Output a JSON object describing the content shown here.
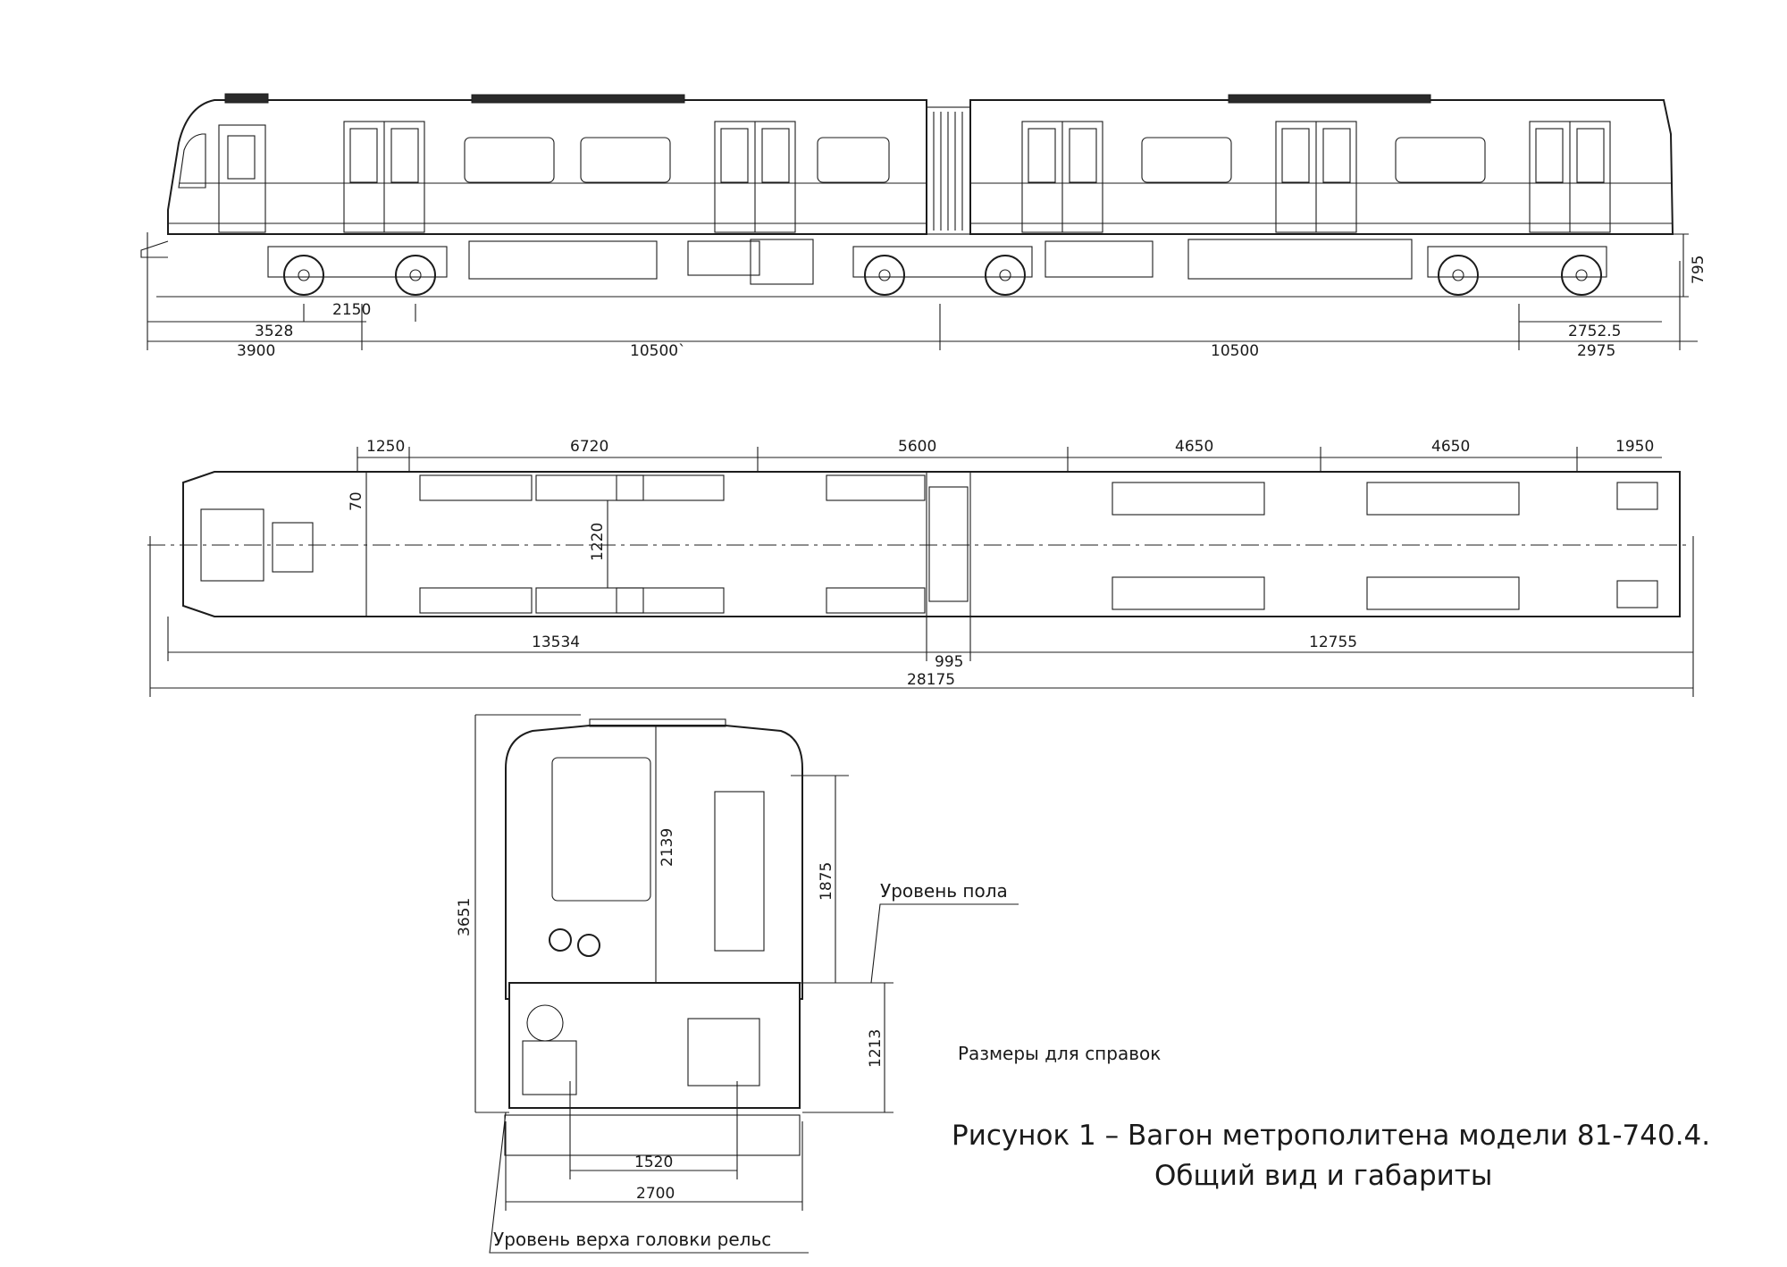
{
  "side_view": {
    "dims": [
      "3528",
      "2150",
      "3900",
      "10500`",
      "10500",
      "2752.5",
      "2975",
      "795"
    ]
  },
  "plan_view": {
    "dims_top": [
      "1250",
      "6720",
      "5600",
      "4650",
      "4650",
      "1950"
    ],
    "dims_side": [
      "70",
      "1220"
    ],
    "dims_bottom": [
      "13534",
      "995",
      "12755",
      "28175"
    ]
  },
  "end_view": {
    "dims": [
      "3651",
      "2139",
      "1875",
      "1213",
      "1520",
      "2700"
    ],
    "floor_label": "Уровень пола",
    "rail_label": "Уровень верха  головки рельс"
  },
  "notes": {
    "reference": "Размеры для справок",
    "caption_line1": "Рисунок 1 – Вагон метрополитена модели 81-740.4.",
    "caption_line2": "Общий вид и габариты"
  }
}
